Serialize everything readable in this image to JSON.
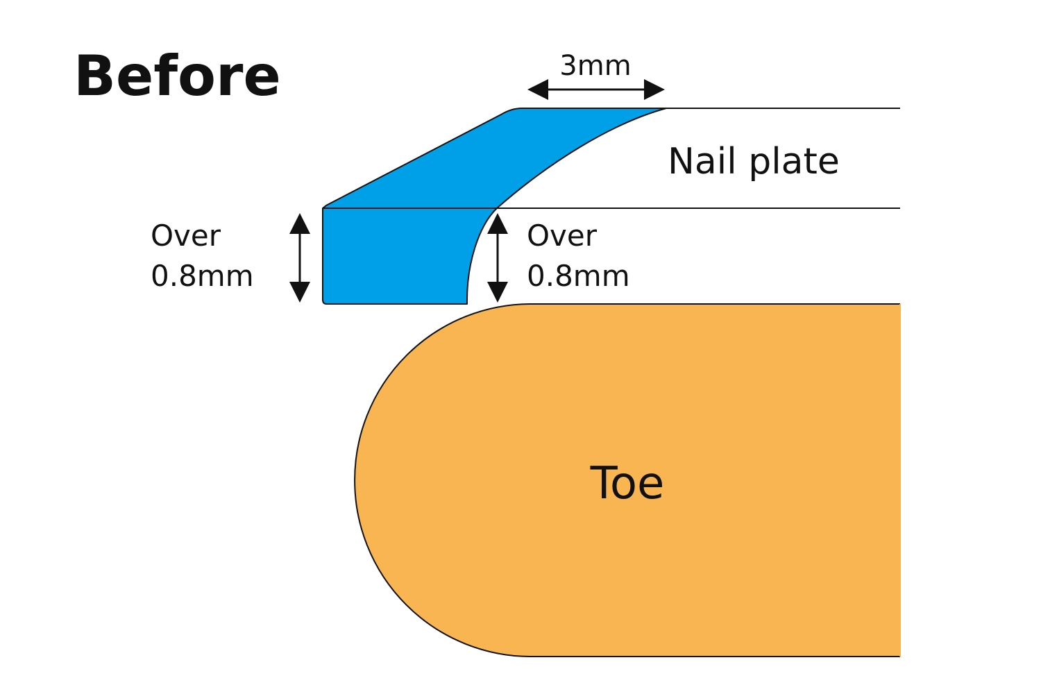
{
  "title": "Before",
  "labels": {
    "width_dimension": "3mm",
    "nail_plate": "Nail plate",
    "left_thickness_line1": "Over",
    "left_thickness_line2": "0.8mm",
    "right_thickness_line1": "Over",
    "right_thickness_line2": "0.8mm",
    "toe": "Toe"
  },
  "colors": {
    "nail_fill": "#00A0E9",
    "toe_fill": "#F8B551",
    "outline": "#111111",
    "text": "#111111"
  }
}
